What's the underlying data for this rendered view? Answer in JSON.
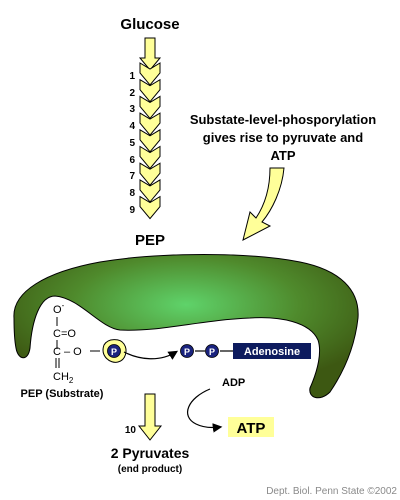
{
  "top_label": "Glucose",
  "steps": [
    "1",
    "2",
    "3",
    "4",
    "5",
    "6",
    "7",
    "8",
    "9"
  ],
  "pep_label": "PEP",
  "annotation": {
    "line1": "Substate-level-phosporylation",
    "line2": "gives rise to pyruvate and",
    "line3": "ATP"
  },
  "molecule": {
    "o_minus": "O",
    "o_minus_sup": "-",
    "c_double_o": "C=O",
    "c_o_label": "C – O",
    "ch2": "CH",
    "ch2_sub": "2",
    "caption": "PEP (Substrate)"
  },
  "phosphate_label": "P",
  "adenosine_label": "Adenosine",
  "adp_label": "ADP",
  "atp_label": "ATP",
  "step10": "10",
  "product_line1": "2 Pyruvates",
  "product_line2": "(end product)",
  "credit": "Dept. Biol. Penn State ©2002",
  "colors": {
    "arrow_fill": "#ffff99",
    "enzyme_dark": "#3f5a14",
    "enzyme_light": "#5fcf6a",
    "phosphate": "#1a237e",
    "adenosine_box": "#0d1b5e",
    "atp_box": "#ffff99"
  }
}
